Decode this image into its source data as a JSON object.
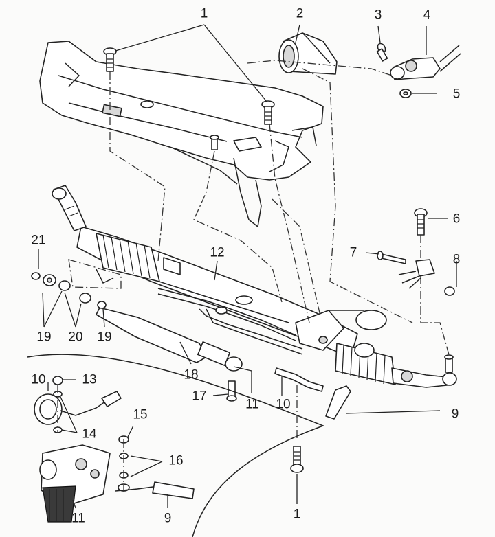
{
  "callouts": {
    "c1_top": "1",
    "c2": "2",
    "c3": "3",
    "c4": "4",
    "c5": "5",
    "c6": "6",
    "c7": "7",
    "c8": "8",
    "c9_right": "9",
    "c9_inset": "9",
    "c10_left": "10",
    "c10_mid": "10",
    "c11_mid": "11",
    "c11_inset": "11",
    "c12": "12",
    "c13": "13",
    "c14": "14",
    "c15": "15",
    "c16": "16",
    "c17": "17",
    "c18": "18",
    "c19_left": "19",
    "c19_right": "19",
    "c20": "20",
    "c21": "21",
    "c1_bottom": "1"
  }
}
